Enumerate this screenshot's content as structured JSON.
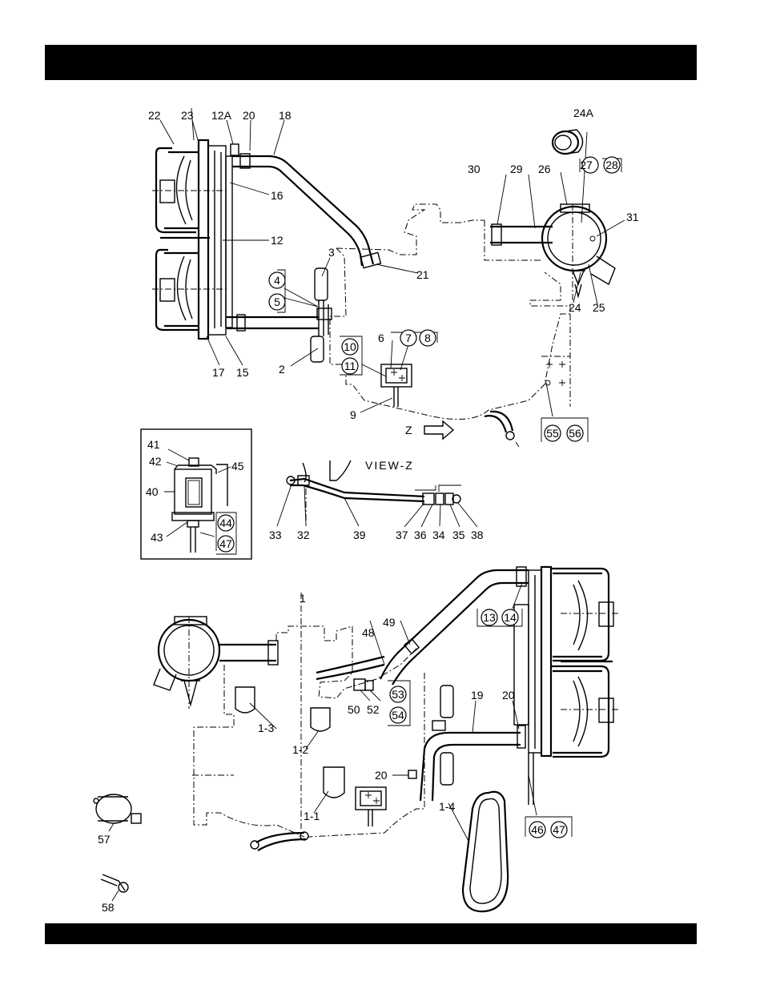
{
  "labels": {
    "l22": "22",
    "l23": "23",
    "l12A": "12A",
    "l20a": "20",
    "l18": "18",
    "l24A": "24A",
    "l16": "16",
    "l12": "12",
    "l3": "3",
    "l21": "21",
    "l30": "30",
    "l29": "29",
    "l26": "26",
    "l27": "27",
    "l28": "28",
    "l31": "31",
    "l24": "24",
    "l25": "25",
    "l4": "4",
    "l5": "5",
    "l2": "2",
    "l17": "17",
    "l15": "15",
    "l6": "6",
    "l7": "7",
    "l8": "8",
    "l10": "10",
    "l11": "11",
    "l9": "9",
    "lZ": "Z",
    "l55": "55",
    "l56": "56",
    "l41": "41",
    "l42": "42",
    "l45": "45",
    "l40": "40",
    "l43": "43",
    "l44": "44",
    "l47a": "47",
    "viewZ": "VIEW-Z",
    "l33": "33",
    "l32": "32",
    "l39": "39",
    "l37": "37",
    "l36": "36",
    "l34": "34",
    "l35": "35",
    "l38": "38",
    "l13": "13",
    "l14": "14",
    "l1": "1",
    "l48": "48",
    "l49": "49",
    "l53": "53",
    "l54": "54",
    "l50": "50",
    "l52": "52",
    "l19": "19",
    "l20b": "20",
    "l20c": "20",
    "l1_3": "1-3",
    "l1_2": "1-2",
    "l1_1": "1-1",
    "l1_4": "1-4",
    "l46": "46",
    "l47b": "47",
    "l57": "57",
    "l58": "58"
  }
}
